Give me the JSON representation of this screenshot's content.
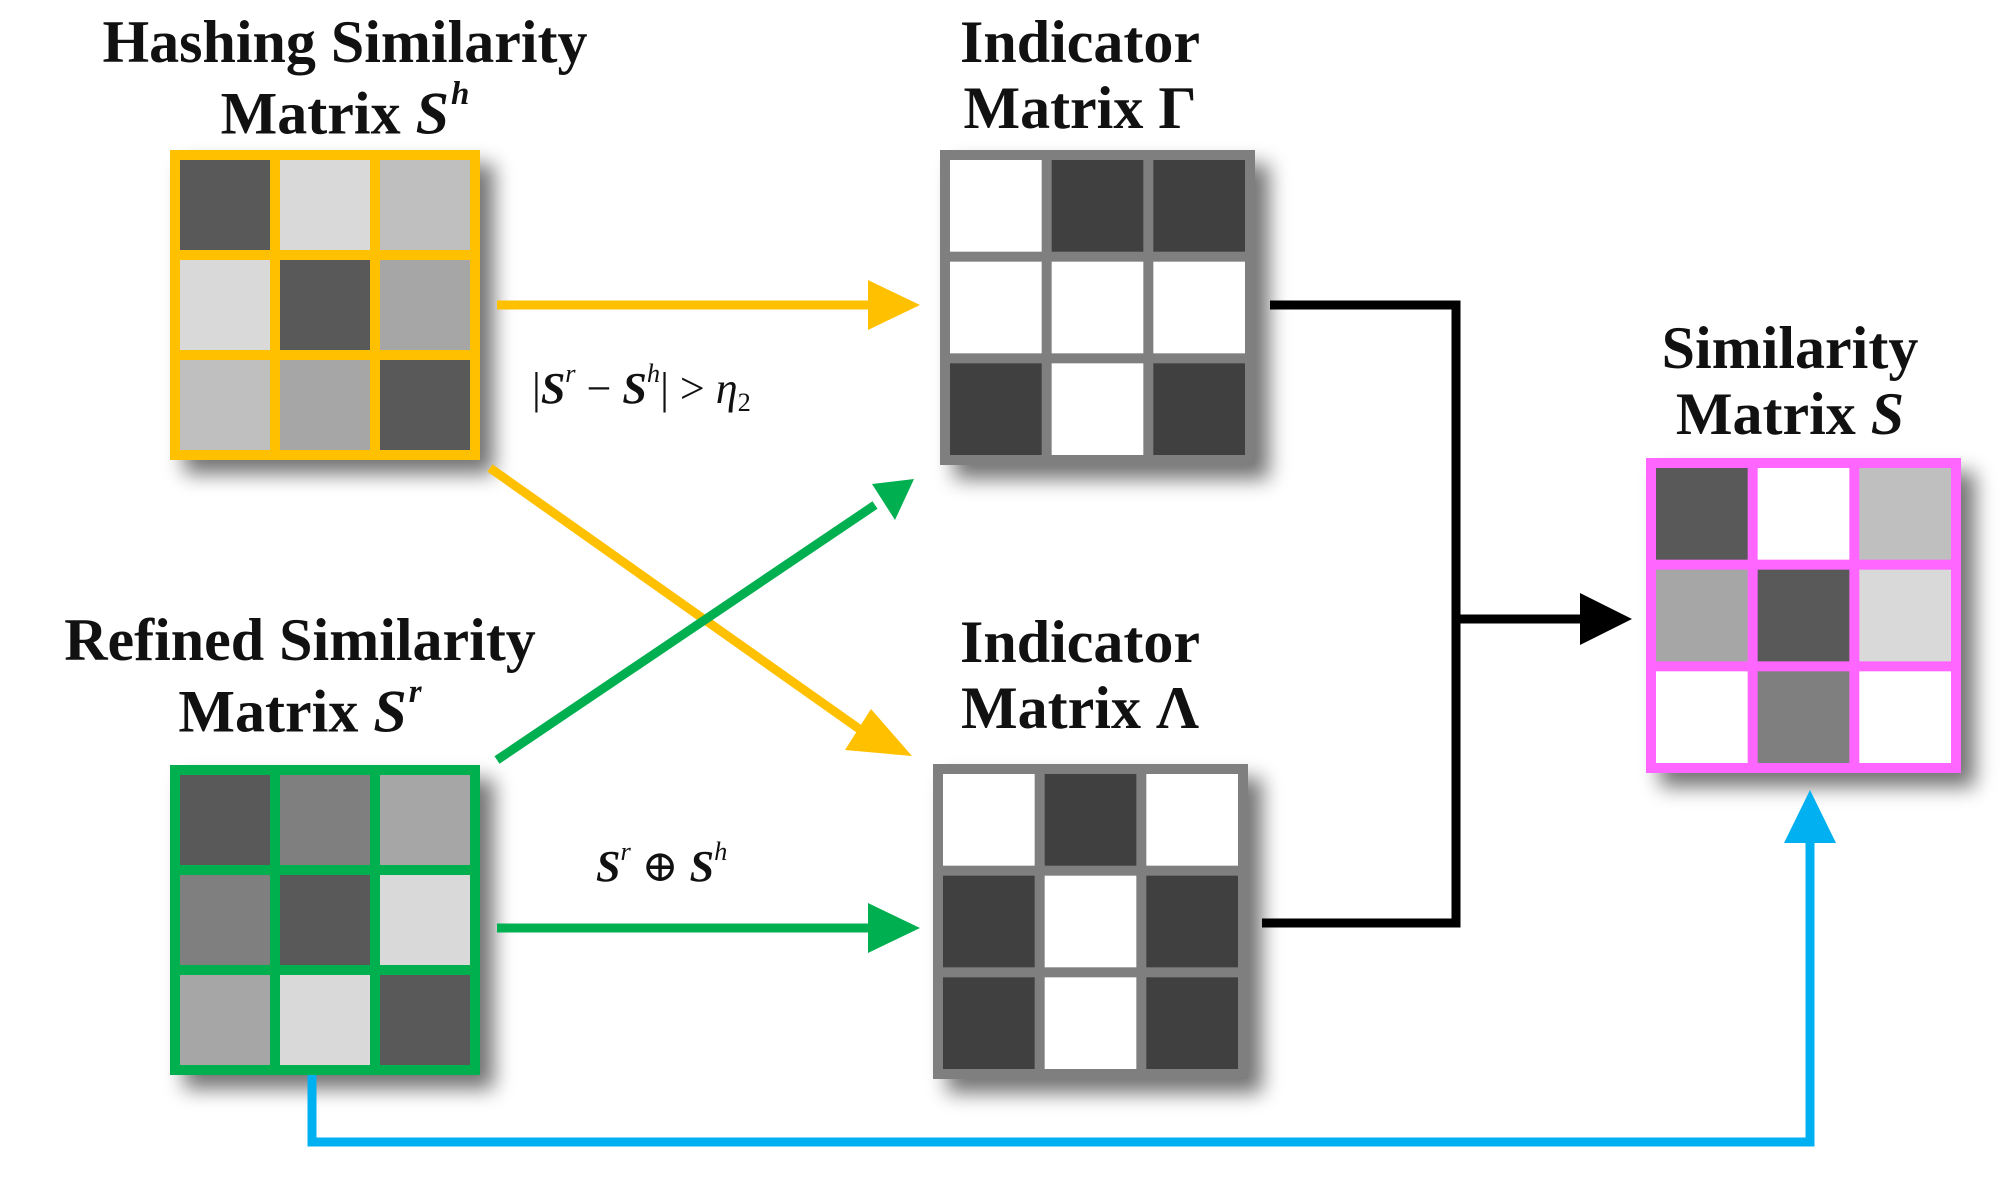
{
  "labels": {
    "hashing": {
      "line1": "Hashing Similarity",
      "line2": "Matrix",
      "symbol": "S",
      "sup": "h"
    },
    "refined": {
      "line1": "Refined Similarity",
      "line2": "Matrix",
      "symbol": "S",
      "sup": "r"
    },
    "indicator_gamma": {
      "line1": "Indicator",
      "line2": "Matrix",
      "symbol": "Γ"
    },
    "indicator_lambda": {
      "line1": "Indicator",
      "line2": "Matrix",
      "symbol": "Λ"
    },
    "similarity": {
      "line1": "Similarity",
      "line2": "Matrix",
      "symbol": "S"
    }
  },
  "formulas": {
    "threshold": {
      "bar_open": "|",
      "s1": "S",
      "s1_sup": "r",
      "minus": " − ",
      "s2": "S",
      "s2_sup": "h",
      "bar_close": "|",
      "gt": " > ",
      "eta": "η",
      "eta_sub": "2"
    },
    "xor": {
      "s1": "S",
      "s1_sup": "r",
      "op": " ⊕ ",
      "s2": "S",
      "s2_sup": "h"
    }
  },
  "colors": {
    "hashing_border": "#FFC000",
    "refined_border": "#00B050",
    "indicator_border": "#7F7F7F",
    "similarity_border": "#FF66FF",
    "arrow_black": "#000000",
    "arrow_blue": "#00B0F0",
    "cell_dark": "#595959",
    "cell_darker": "#404040",
    "cell_mid": "#7F7F7F",
    "cell_midlight": "#A6A6A6",
    "cell_light": "#BFBFBF",
    "cell_lighter": "#D9D9D9",
    "cell_white": "#FFFFFF"
  },
  "matrices": {
    "hashing": [
      [
        "#595959",
        "#D9D9D9",
        "#BFBFBF"
      ],
      [
        "#D9D9D9",
        "#595959",
        "#A6A6A6"
      ],
      [
        "#BFBFBF",
        "#A6A6A6",
        "#595959"
      ]
    ],
    "refined": [
      [
        "#595959",
        "#7F7F7F",
        "#A6A6A6"
      ],
      [
        "#7F7F7F",
        "#595959",
        "#D9D9D9"
      ],
      [
        "#A6A6A6",
        "#D9D9D9",
        "#595959"
      ]
    ],
    "gamma": [
      [
        "#FFFFFF",
        "#404040",
        "#404040"
      ],
      [
        "#FFFFFF",
        "#FFFFFF",
        "#FFFFFF"
      ],
      [
        "#404040",
        "#FFFFFF",
        "#404040"
      ]
    ],
    "lambda": [
      [
        "#FFFFFF",
        "#404040",
        "#FFFFFF"
      ],
      [
        "#404040",
        "#FFFFFF",
        "#404040"
      ],
      [
        "#404040",
        "#FFFFFF",
        "#404040"
      ]
    ],
    "similarity": [
      [
        "#595959",
        "#FFFFFF",
        "#BFBFBF"
      ],
      [
        "#A6A6A6",
        "#595959",
        "#D9D9D9"
      ],
      [
        "#FFFFFF",
        "#7F7F7F",
        "#FFFFFF"
      ]
    ]
  }
}
